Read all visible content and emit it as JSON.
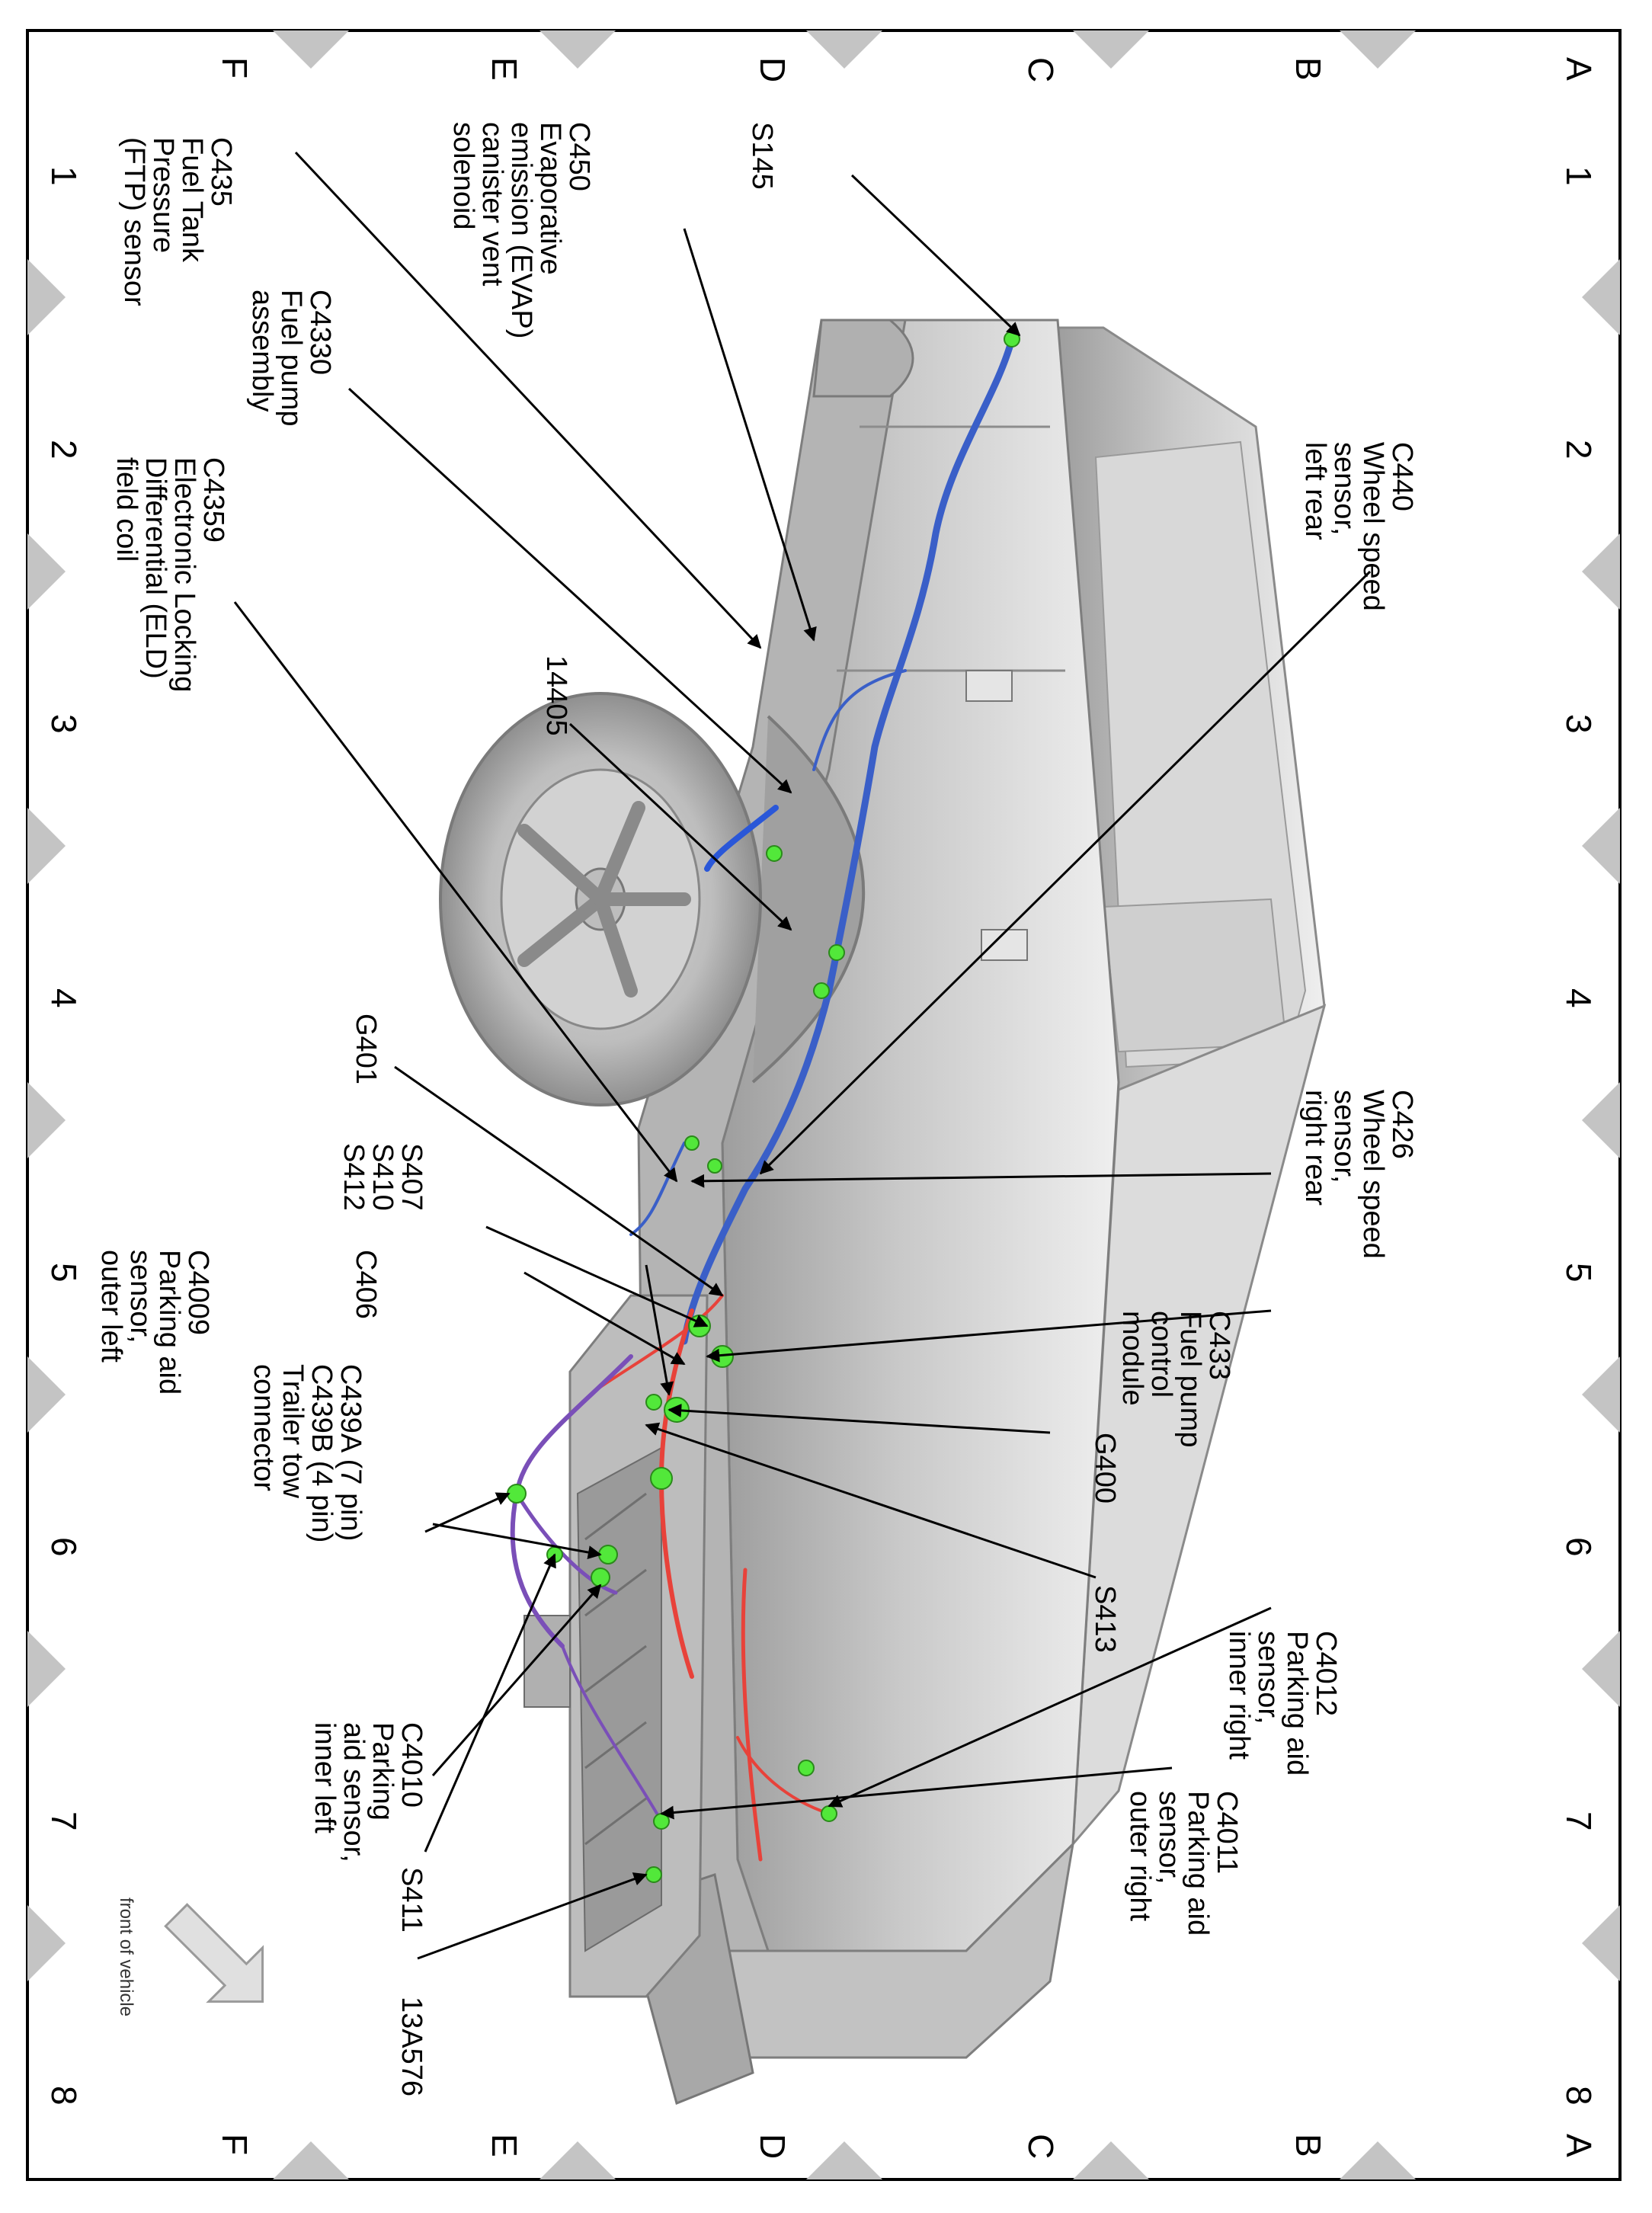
{
  "grid": {
    "rows": [
      "A",
      "B",
      "C",
      "D",
      "E",
      "F"
    ],
    "cols": [
      "1",
      "2",
      "3",
      "4",
      "5",
      "6",
      "7",
      "8"
    ]
  },
  "labels": {
    "s145": "S145",
    "c450": [
      "C450",
      "Evaporative",
      "emission (EVAP)",
      "canister vent",
      "solenoid"
    ],
    "c435": [
      "C435",
      "Fuel Tank",
      "Pressure",
      "(FTP) sensor"
    ],
    "c4330": [
      "C4330",
      "Fuel pump",
      "assembly"
    ],
    "c440": [
      "C440",
      "Wheel speed",
      "sensor,",
      "left rear"
    ],
    "c4359": [
      "C4359",
      "Electronic Locking",
      "Differential (ELD)",
      "field coil"
    ],
    "n14405": "14405",
    "g401": "G401",
    "s407": [
      "S407",
      "S410",
      "S412"
    ],
    "c426": [
      "C426",
      "Wheel speed",
      "sensor,",
      "right rear"
    ],
    "c433": [
      "C433",
      "Fuel pump",
      "control",
      "module"
    ],
    "c406": "C406",
    "c4009": [
      "C4009",
      "Parking aid",
      "sensor,",
      "outer left"
    ],
    "c439": [
      "C439A (7 pin)",
      "C439B (4 pin)",
      "Trailer tow",
      "connector"
    ],
    "g400": "G400",
    "s413": "S413",
    "c4012": [
      "C4012",
      "Parking aid",
      "sensor,",
      "inner right"
    ],
    "c4011": [
      "C4011",
      "Parking aid",
      "sensor,",
      "outer right"
    ],
    "c4010": [
      "C4010",
      "Parking",
      "aid sensor,",
      "inner left"
    ],
    "s411": "S411",
    "n13a576": "13A576"
  },
  "orientation": {
    "text": "front of vehicle",
    "icon": "arrow-icon"
  },
  "colors": {
    "harness_main": "#3a5fc8",
    "harness_red": "#e8423a",
    "harness_purple": "#7a4fb8",
    "connector": "#52e83a",
    "body": "#c8c8c8",
    "grid_marker": "#c4c4c4"
  }
}
